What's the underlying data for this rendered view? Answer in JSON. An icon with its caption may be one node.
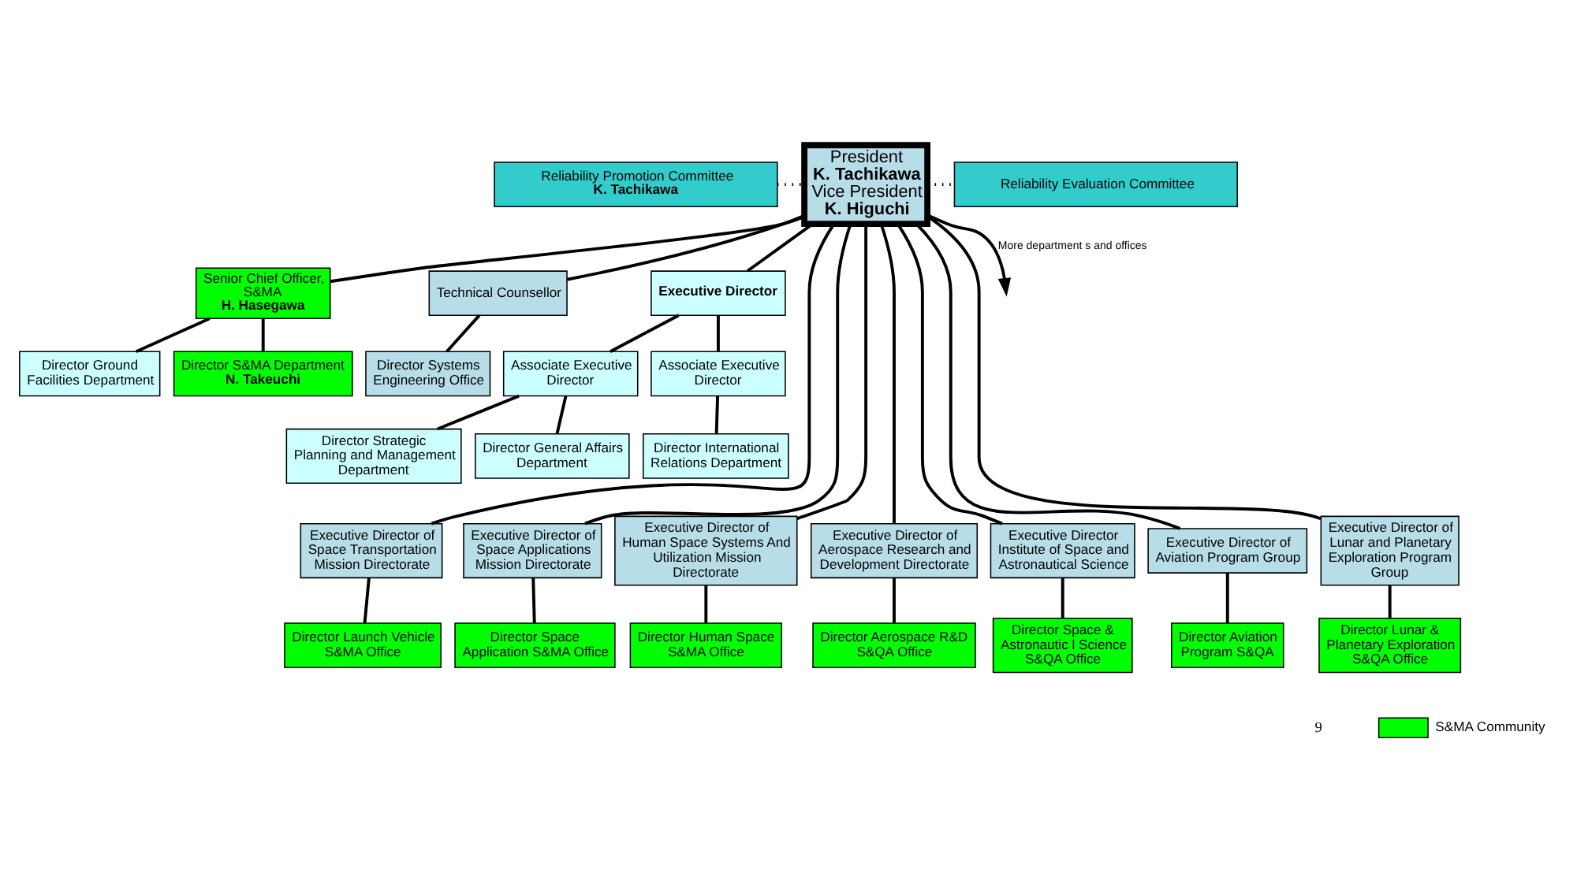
{
  "diagram": {
    "nodes": [
      {
        "text": [
          "President",
          "K. Tachikawa",
          "Vice President",
          "K. Higuchi"
        ]
      },
      {
        "text": [
          "Reliability Promotion Committee",
          "K. Tachikawa"
        ]
      },
      {
        "text": [
          "Reliability Evaluation Committee"
        ]
      },
      {
        "text": [
          "Senior Chief Officer, S&MA",
          "H. Hasegawa"
        ]
      },
      {
        "text": [
          "Technical Counsellor"
        ]
      },
      {
        "text": [
          "Executive Director"
        ]
      },
      {
        "text": [
          "Director Ground Facilities Department"
        ]
      },
      {
        "text": [
          "Director S&MA Department",
          "N. Takeuchi"
        ]
      },
      {
        "text": [
          "Director Systems Engineering Office"
        ]
      },
      {
        "text": [
          "Associate Executive Director"
        ]
      },
      {
        "text": [
          "Associate Executive Director"
        ]
      },
      {
        "text": [
          "Director Strategic Planning and Management Department"
        ]
      },
      {
        "text": [
          "Director General Affairs Department"
        ]
      },
      {
        "text": [
          "Director International Relations Department"
        ]
      },
      {
        "text": [
          "Executive Director of Space Transportation Mission Directorate"
        ]
      },
      {
        "text": [
          "Executive Director of Space Applications Mission Directorate"
        ]
      },
      {
        "text": [
          "Executive Director of Human Space Systems And Utilization Mission Directorate"
        ]
      },
      {
        "text": [
          "Executive Director of Aerospace Research and Development Directorate"
        ]
      },
      {
        "text": [
          "Executive Director Institute of Space and Astronautical Science"
        ]
      },
      {
        "text": [
          "Executive Director of Aviation Program Group"
        ]
      },
      {
        "text": [
          "Executive Director of Lunar and Planetary Exploration Program Group"
        ]
      },
      {
        "text": [
          "Director Launch Vehicle S&MA Office"
        ]
      },
      {
        "text": [
          "Director Space Application S&MA Office"
        ]
      },
      {
        "text": [
          "Director Human Space S&MA Office"
        ]
      },
      {
        "text": [
          "Director Aerospace R&D S&QA Office"
        ]
      },
      {
        "text": [
          "Director Space & Astronautic l Science S&QA Office"
        ]
      },
      {
        "text": [
          "Director Aviation Program S&QA"
        ]
      },
      {
        "text": [
          "Director Lunar & Planetary Exploration S&QA Office"
        ]
      }
    ],
    "edges": [
      {
        "from": 1,
        "to": 0,
        "arrow": "none",
        "style": "dashed"
      },
      {
        "from": 0,
        "to": 2,
        "arrow": "none",
        "style": "dashed"
      },
      {
        "from": 0,
        "to": 3,
        "arrow": "none"
      },
      {
        "from": 0,
        "to": 4,
        "arrow": "none"
      },
      {
        "from": 0,
        "to": 5,
        "arrow": "none"
      },
      {
        "from": 0,
        "to": null,
        "arrow": "to",
        "label": "More department s and offices"
      },
      {
        "from": 3,
        "to": 6,
        "arrow": "none"
      },
      {
        "from": 3,
        "to": 7,
        "arrow": "none"
      },
      {
        "from": 4,
        "to": 8,
        "arrow": "none"
      },
      {
        "from": 5,
        "to": 9,
        "arrow": "none"
      },
      {
        "from": 5,
        "to": 10,
        "arrow": "none"
      },
      {
        "from": 9,
        "to": 11,
        "arrow": "none"
      },
      {
        "from": 9,
        "to": 12,
        "arrow": "none"
      },
      {
        "from": 10,
        "to": 13,
        "arrow": "none"
      },
      {
        "from": 0,
        "to": 14,
        "arrow": "none"
      },
      {
        "from": 0,
        "to": 15,
        "arrow": "none"
      },
      {
        "from": 0,
        "to": 16,
        "arrow": "none"
      },
      {
        "from": 0,
        "to": 17,
        "arrow": "none"
      },
      {
        "from": 0,
        "to": 18,
        "arrow": "none"
      },
      {
        "from": 0,
        "to": 19,
        "arrow": "none"
      },
      {
        "from": 0,
        "to": 20,
        "arrow": "none"
      },
      {
        "from": 14,
        "to": 21,
        "arrow": "none"
      },
      {
        "from": 15,
        "to": 22,
        "arrow": "none"
      },
      {
        "from": 16,
        "to": 23,
        "arrow": "none"
      },
      {
        "from": 17,
        "to": 24,
        "arrow": "none"
      },
      {
        "from": 18,
        "to": 25,
        "arrow": "none"
      },
      {
        "from": 19,
        "to": 26,
        "arrow": "none"
      },
      {
        "from": 20,
        "to": 27,
        "arrow": "none"
      }
    ],
    "labels": [
      "9"
    ],
    "legend": [
      {
        "text": "S&MA Community",
        "color": "#00ff00"
      }
    ]
  }
}
